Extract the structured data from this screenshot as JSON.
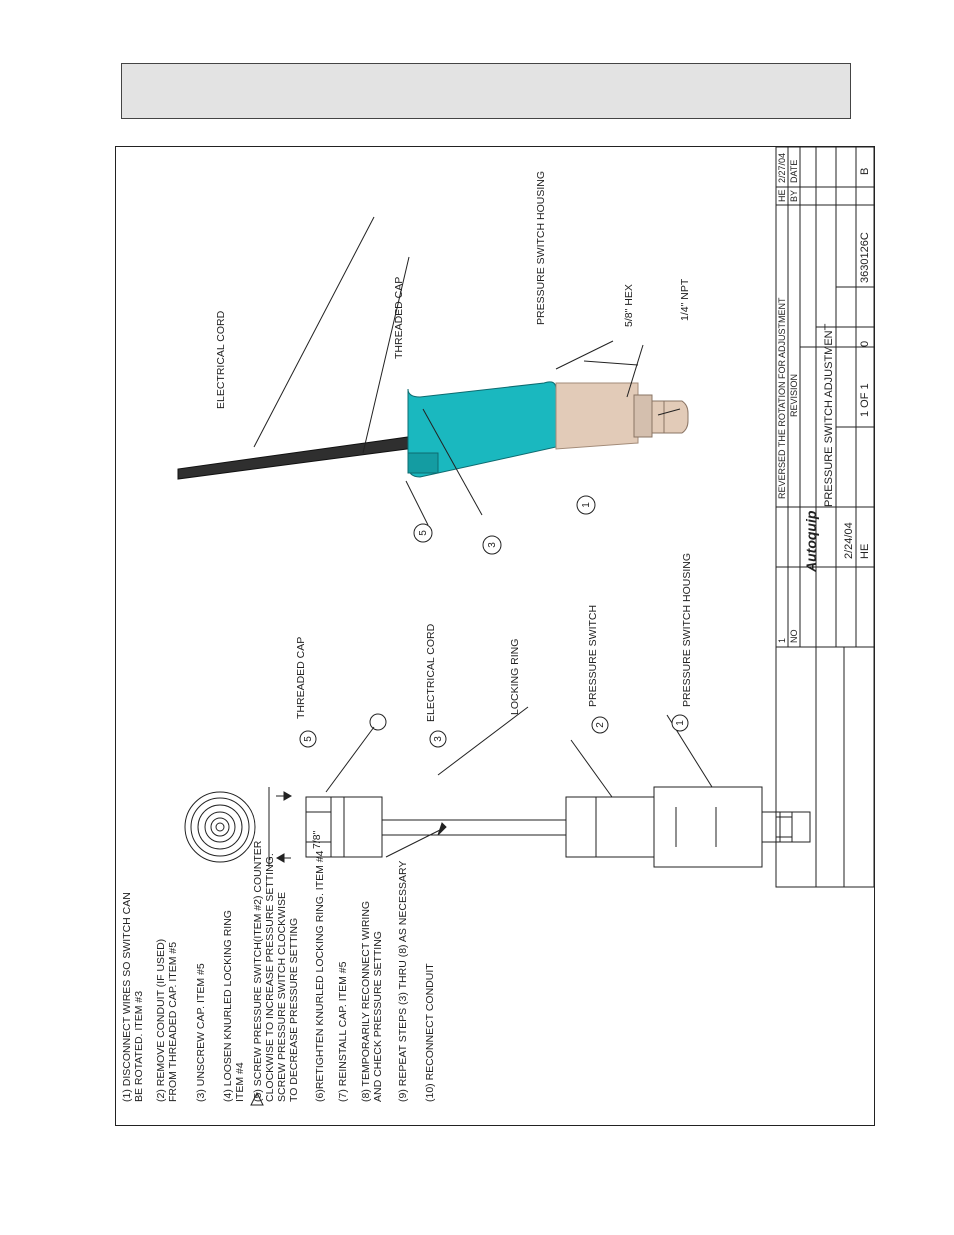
{
  "steps": [
    "(1) DISCONNECT WIRES SO SWITCH CAN",
    "BE ROTATED. ITEM #3",
    "(2) REMOVE CONDUIT (IF USED)",
    "FROM THREADED CAP. ITEM #5",
    "(3) UNSCREW CAP. ITEM #5",
    "(4) LOOSEN KNURLED LOCKING RING",
    "ITEM #4",
    "(5) SCREW PRESSURE SWITCH(ITEM #2) COUNTER",
    "CLOCKWISE TO INCREASE PRESSURE SETTING.",
    "SCREW PRESSURE SWITCH CLOCKWISE",
    "TO DECREASE PRESSURE SETTING",
    "(6)RETIGHTEN KNURLED LOCKING RING. ITEM #4",
    "(7) REINSTALL CAP. ITEM #5",
    "(8) TEMPORARILY RECONNECT WIRING",
    "AND CHECK PRESSURE SETTING",
    "(9) REPEAT STEPS (3) THRU (8) AS NECESSARY",
    "(10) RECONNECT CONDUIT"
  ],
  "side_view": {
    "dimension": "7/8\"",
    "callouts": [
      {
        "num": "5",
        "label": "THREADED CAP"
      },
      {
        "num": "3",
        "label": "ELECTRICAL CORD"
      },
      {
        "label": "LOCKING RING"
      },
      {
        "num": "2",
        "label": "PRESSURE SWITCH"
      },
      {
        "num": "1",
        "label": "PRESSURE SWITCH HOUSING"
      }
    ]
  },
  "iso_view": {
    "labels": [
      "ELECTRICAL CORD",
      "THREADED CAP",
      "PRESSURE SWITCH HOUSING",
      "5/8\" HEX",
      "1/4\" NPT"
    ],
    "balloons": [
      "3",
      "5",
      "1"
    ]
  },
  "title_block": {
    "revision": {
      "no": "1",
      "description": "REVERSED THE ROTATION FOR ADJUSTMENT",
      "by": "HE",
      "date": "2/27/04"
    },
    "rev_header": {
      "no": "NO",
      "revision": "REVISION",
      "by": "BY",
      "date": "DATE"
    },
    "company": "Autoquip",
    "part_name": "PRESSURE SWITCH ADJUSTMENT",
    "drawn_by": "HE",
    "drawn_date": "2/24/04",
    "sheet": "1 OF 1",
    "scale": "0",
    "drawing_number": "3630126C",
    "rev": "B"
  },
  "colors": {
    "cap": "#1ab8bf",
    "housing": "#e2cbb8",
    "cord": "#2f2f2f",
    "line": "#222222"
  }
}
